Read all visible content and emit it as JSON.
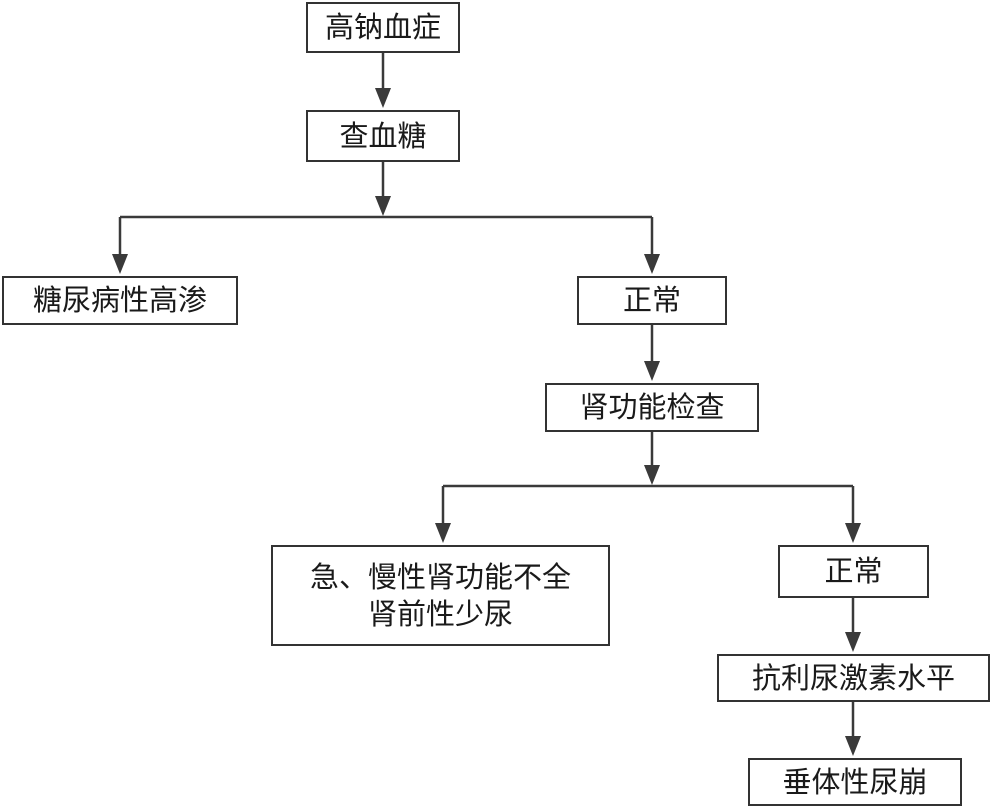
{
  "diagram": {
    "nodes": {
      "hypernatremia": "高钠血症",
      "check_glucose": "查血糖",
      "diabetic_hyperosmolar": "糖尿病性高渗",
      "normal_1": "正常",
      "renal_function_test": "肾功能检查",
      "renal_insufficiency_line1": "急、慢性肾功能不全",
      "renal_insufficiency_line2": "肾前性少尿",
      "normal_2": "正常",
      "adh_level": "抗利尿激素水平",
      "diabetes_insipidus": "垂体性尿崩"
    },
    "edges": [
      {
        "from": "hypernatremia",
        "to": "check_glucose"
      },
      {
        "from": "check_glucose",
        "to": "diabetic_hyperosmolar"
      },
      {
        "from": "check_glucose",
        "to": "normal_1"
      },
      {
        "from": "normal_1",
        "to": "renal_function_test"
      },
      {
        "from": "renal_function_test",
        "to": "renal_insufficiency"
      },
      {
        "from": "renal_function_test",
        "to": "normal_2"
      },
      {
        "from": "normal_2",
        "to": "adh_level"
      },
      {
        "from": "adh_level",
        "to": "diabetes_insipidus"
      }
    ]
  }
}
